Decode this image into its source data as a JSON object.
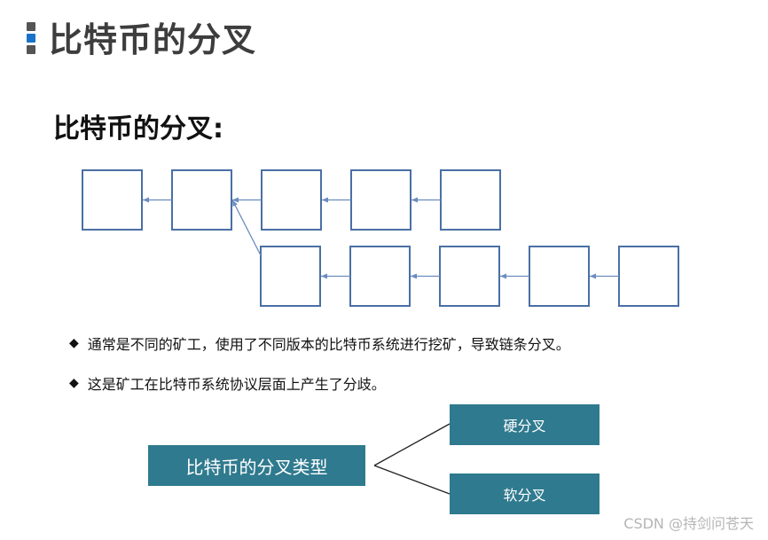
{
  "title": "比特币的分叉",
  "heading": "比特币的分叉:",
  "title_marker_colors": [
    "#555555",
    "#1a73c9",
    "#555555"
  ],
  "chain": {
    "box_border_color": "#4a6fa5",
    "arrow_color": "#6a8cc0",
    "main_row_blocks": 5,
    "branch_row_blocks": 5,
    "fork_after_main_block": 2
  },
  "bullets": [
    "通常是不同的矿工，使用了不同版本的比特币系统进行挖矿，导致链条分叉。",
    "这是矿工在比特币系统协议层面上产生了分歧。"
  ],
  "fork_types": {
    "root": "比特币的分叉类型",
    "branches": [
      "硬分叉",
      "软分叉"
    ],
    "box_color": "#2f7a8e"
  },
  "watermark": "CSDN @持剑问苍天"
}
